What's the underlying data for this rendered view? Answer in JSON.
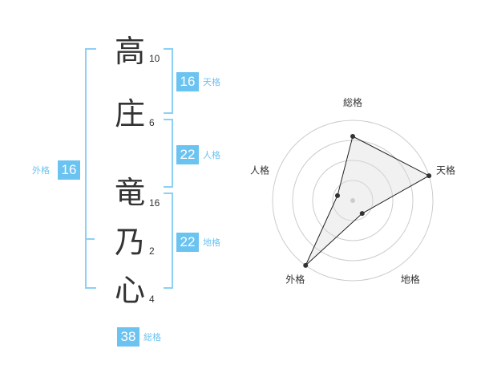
{
  "name_chars": [
    {
      "char": "高",
      "strokes": "10"
    },
    {
      "char": "庄",
      "strokes": "6"
    },
    {
      "char": "竜",
      "strokes": "16"
    },
    {
      "char": "乃",
      "strokes": "2"
    },
    {
      "char": "心",
      "strokes": "4"
    }
  ],
  "fortune": {
    "tenkaku": {
      "value": "16",
      "label": "天格"
    },
    "jinkaku": {
      "value": "22",
      "label": "人格"
    },
    "chikaku": {
      "value": "22",
      "label": "地格"
    },
    "gaikaku": {
      "value": "16",
      "label": "外格"
    },
    "soukaku": {
      "value": "38",
      "label": "総格"
    }
  },
  "colors": {
    "accent": "#6bc3f1",
    "bracket": "#8cd0f5",
    "text": "#333333",
    "grid": "#cccccc"
  },
  "chart_data": {
    "type": "radar",
    "axes": [
      "総格",
      "天格",
      "地格",
      "外格",
      "人格"
    ],
    "values": [
      4,
      5,
      1,
      5,
      1
    ],
    "max": 5,
    "rings": 4
  }
}
